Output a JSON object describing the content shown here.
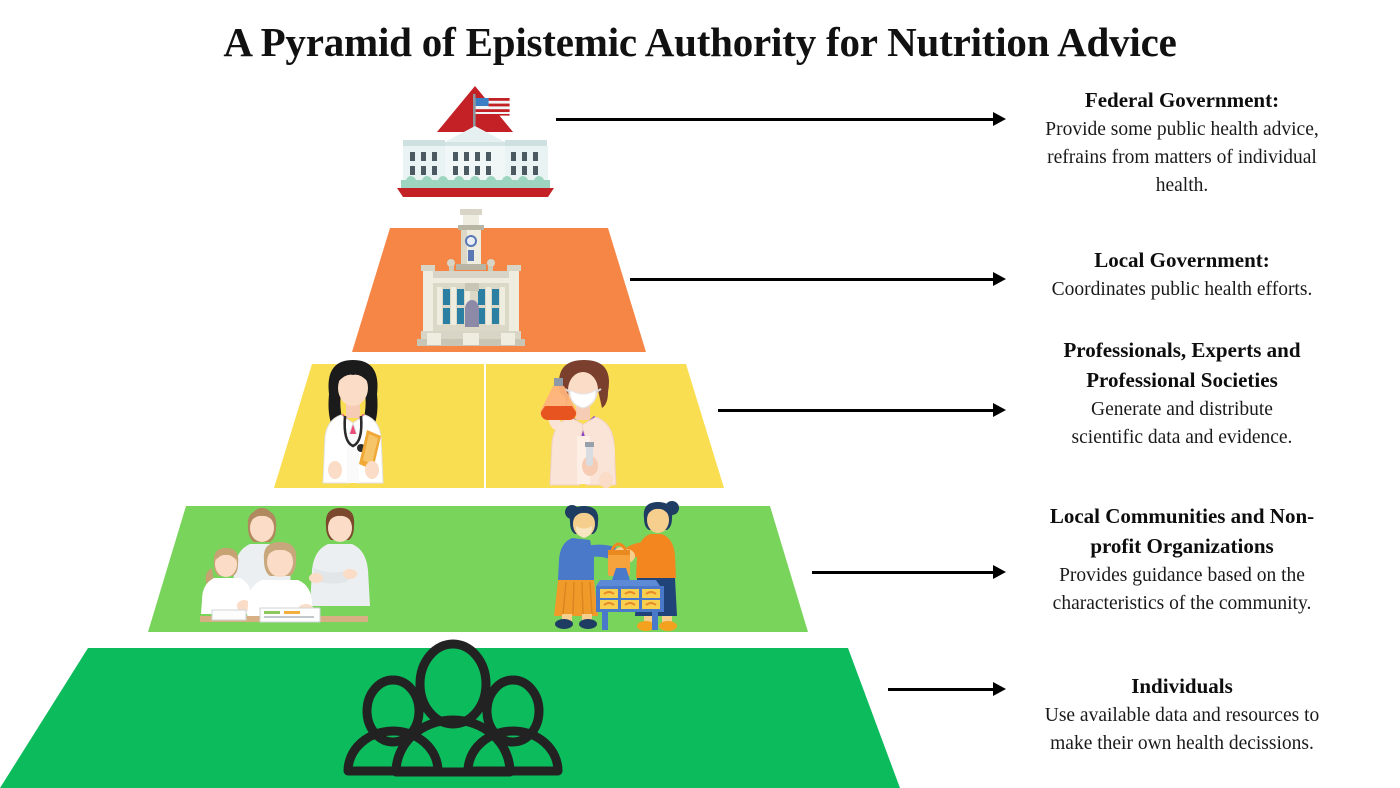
{
  "title": "A Pyramid of Epistemic Authority for Nutrition Advice",
  "background_color": "#ffffff",
  "tiers": [
    {
      "id": "federal-government",
      "level": 1,
      "title": "Federal  Government:",
      "description": "Provide some public health advice, refrains from matters of individual health.",
      "color": "#ffffff",
      "icon": "white-house-icon"
    },
    {
      "id": "local-government",
      "level": 2,
      "title": "Local Government:",
      "description": "Coordinates public health efforts.",
      "color": "#F58646",
      "icon": "city-hall-icon"
    },
    {
      "id": "professionals",
      "level": 3,
      "title": "Professionals, Experts and Professional Societies",
      "description": "Generate and distribute scientific data and evidence.",
      "color": "#FADE52",
      "icon": "doctor-scientist-icon"
    },
    {
      "id": "local-communities",
      "level": 4,
      "title": "Local Communities and  Non-profit Organizations",
      "description": "Provides guidance based on the characteristics of the community.",
      "color": "#79D45C",
      "icon": "community-volunteers-icon"
    },
    {
      "id": "individuals",
      "level": 5,
      "title": "Individuals",
      "description": "Use available data and resources to make their own health decissions.",
      "color": "#0CBB5C",
      "icon": "people-group-icon"
    }
  ],
  "labels": {
    "federal": {
      "title": "Federal  Government:",
      "line1": "Provide some public health advice,",
      "line2": "refrains from matters of individual",
      "line3": "health."
    },
    "local_gov": {
      "title": "Local Government:",
      "line1": "Coordinates public health efforts."
    },
    "professionals": {
      "title_line1": "Professionals, Experts and",
      "title_line2": "Professional Societies",
      "line1": "Generate and distribute",
      "line2": "scientific data and evidence."
    },
    "communities": {
      "title_line1": "Local Communities and  Non-",
      "title_line2": "profit Organizations",
      "line1": "Provides guidance based on the",
      "line2": "characteristics of the community."
    },
    "individuals": {
      "title": "Individuals",
      "line1": "Use available data and resources to",
      "line2": "make their own health decissions."
    }
  }
}
